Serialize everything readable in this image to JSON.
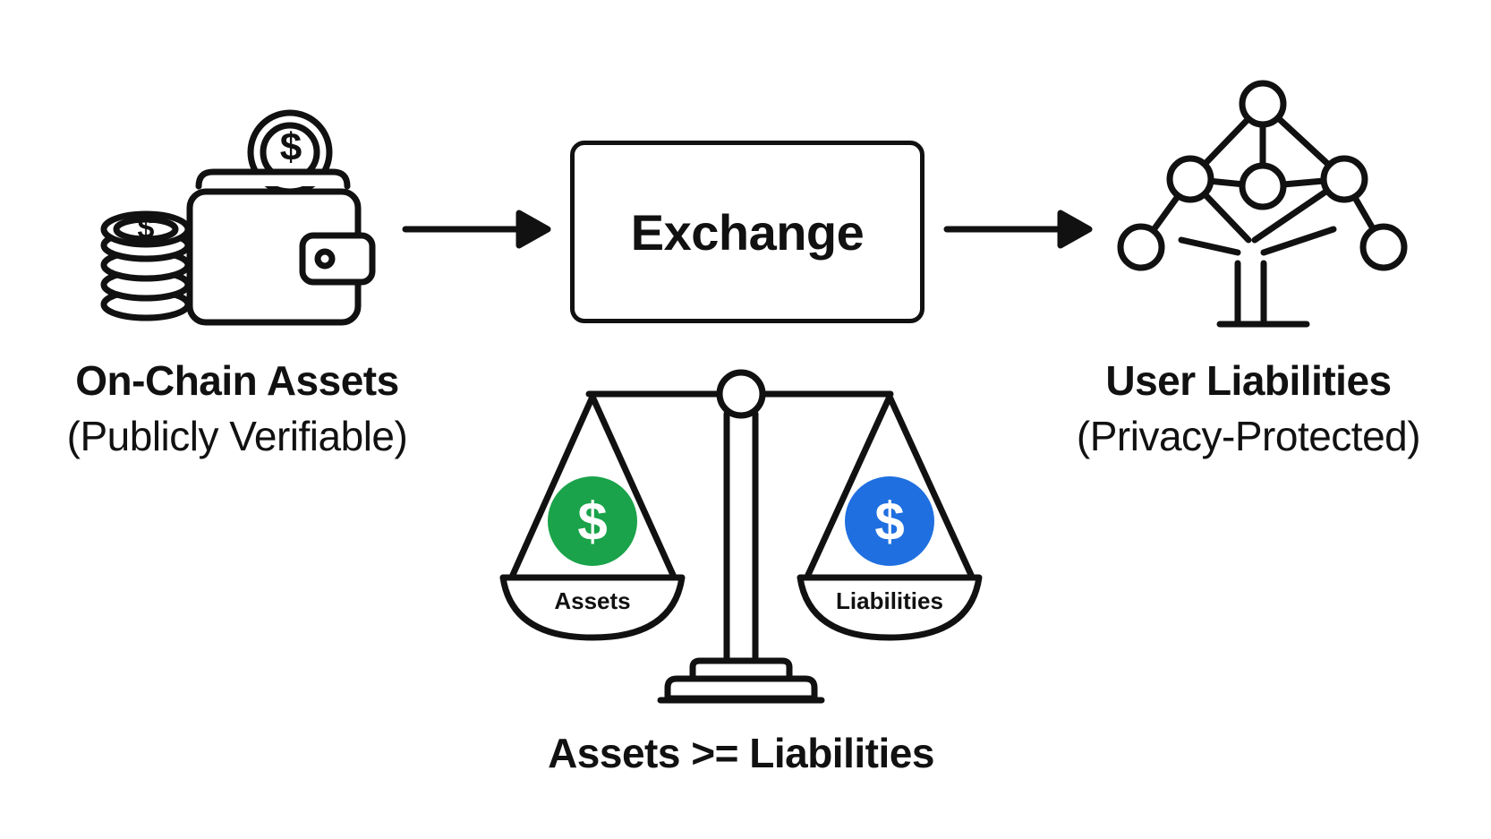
{
  "nodes": {
    "assets": {
      "title": "On-Chain Assets",
      "subtitle": "(Publicly Verifiable)",
      "icon": "wallet-with-coins-icon"
    },
    "exchange": {
      "label": "Exchange"
    },
    "liabilities": {
      "title": "User Liabilities",
      "subtitle": "(Privacy-Protected)",
      "icon": "merkle-tree-icon"
    }
  },
  "scale": {
    "icon": "balance-scale-icon",
    "left_pan": {
      "label": "Assets",
      "coin_symbol": "$",
      "coin_color": "#1aa34a"
    },
    "right_pan": {
      "label": "Liabilities",
      "coin_symbol": "$",
      "coin_color": "#1f6fe0"
    },
    "caption": "Assets >= Liabilities"
  },
  "coin_symbol": "$",
  "colors": {
    "stroke": "#111111",
    "background": "#ffffff"
  }
}
